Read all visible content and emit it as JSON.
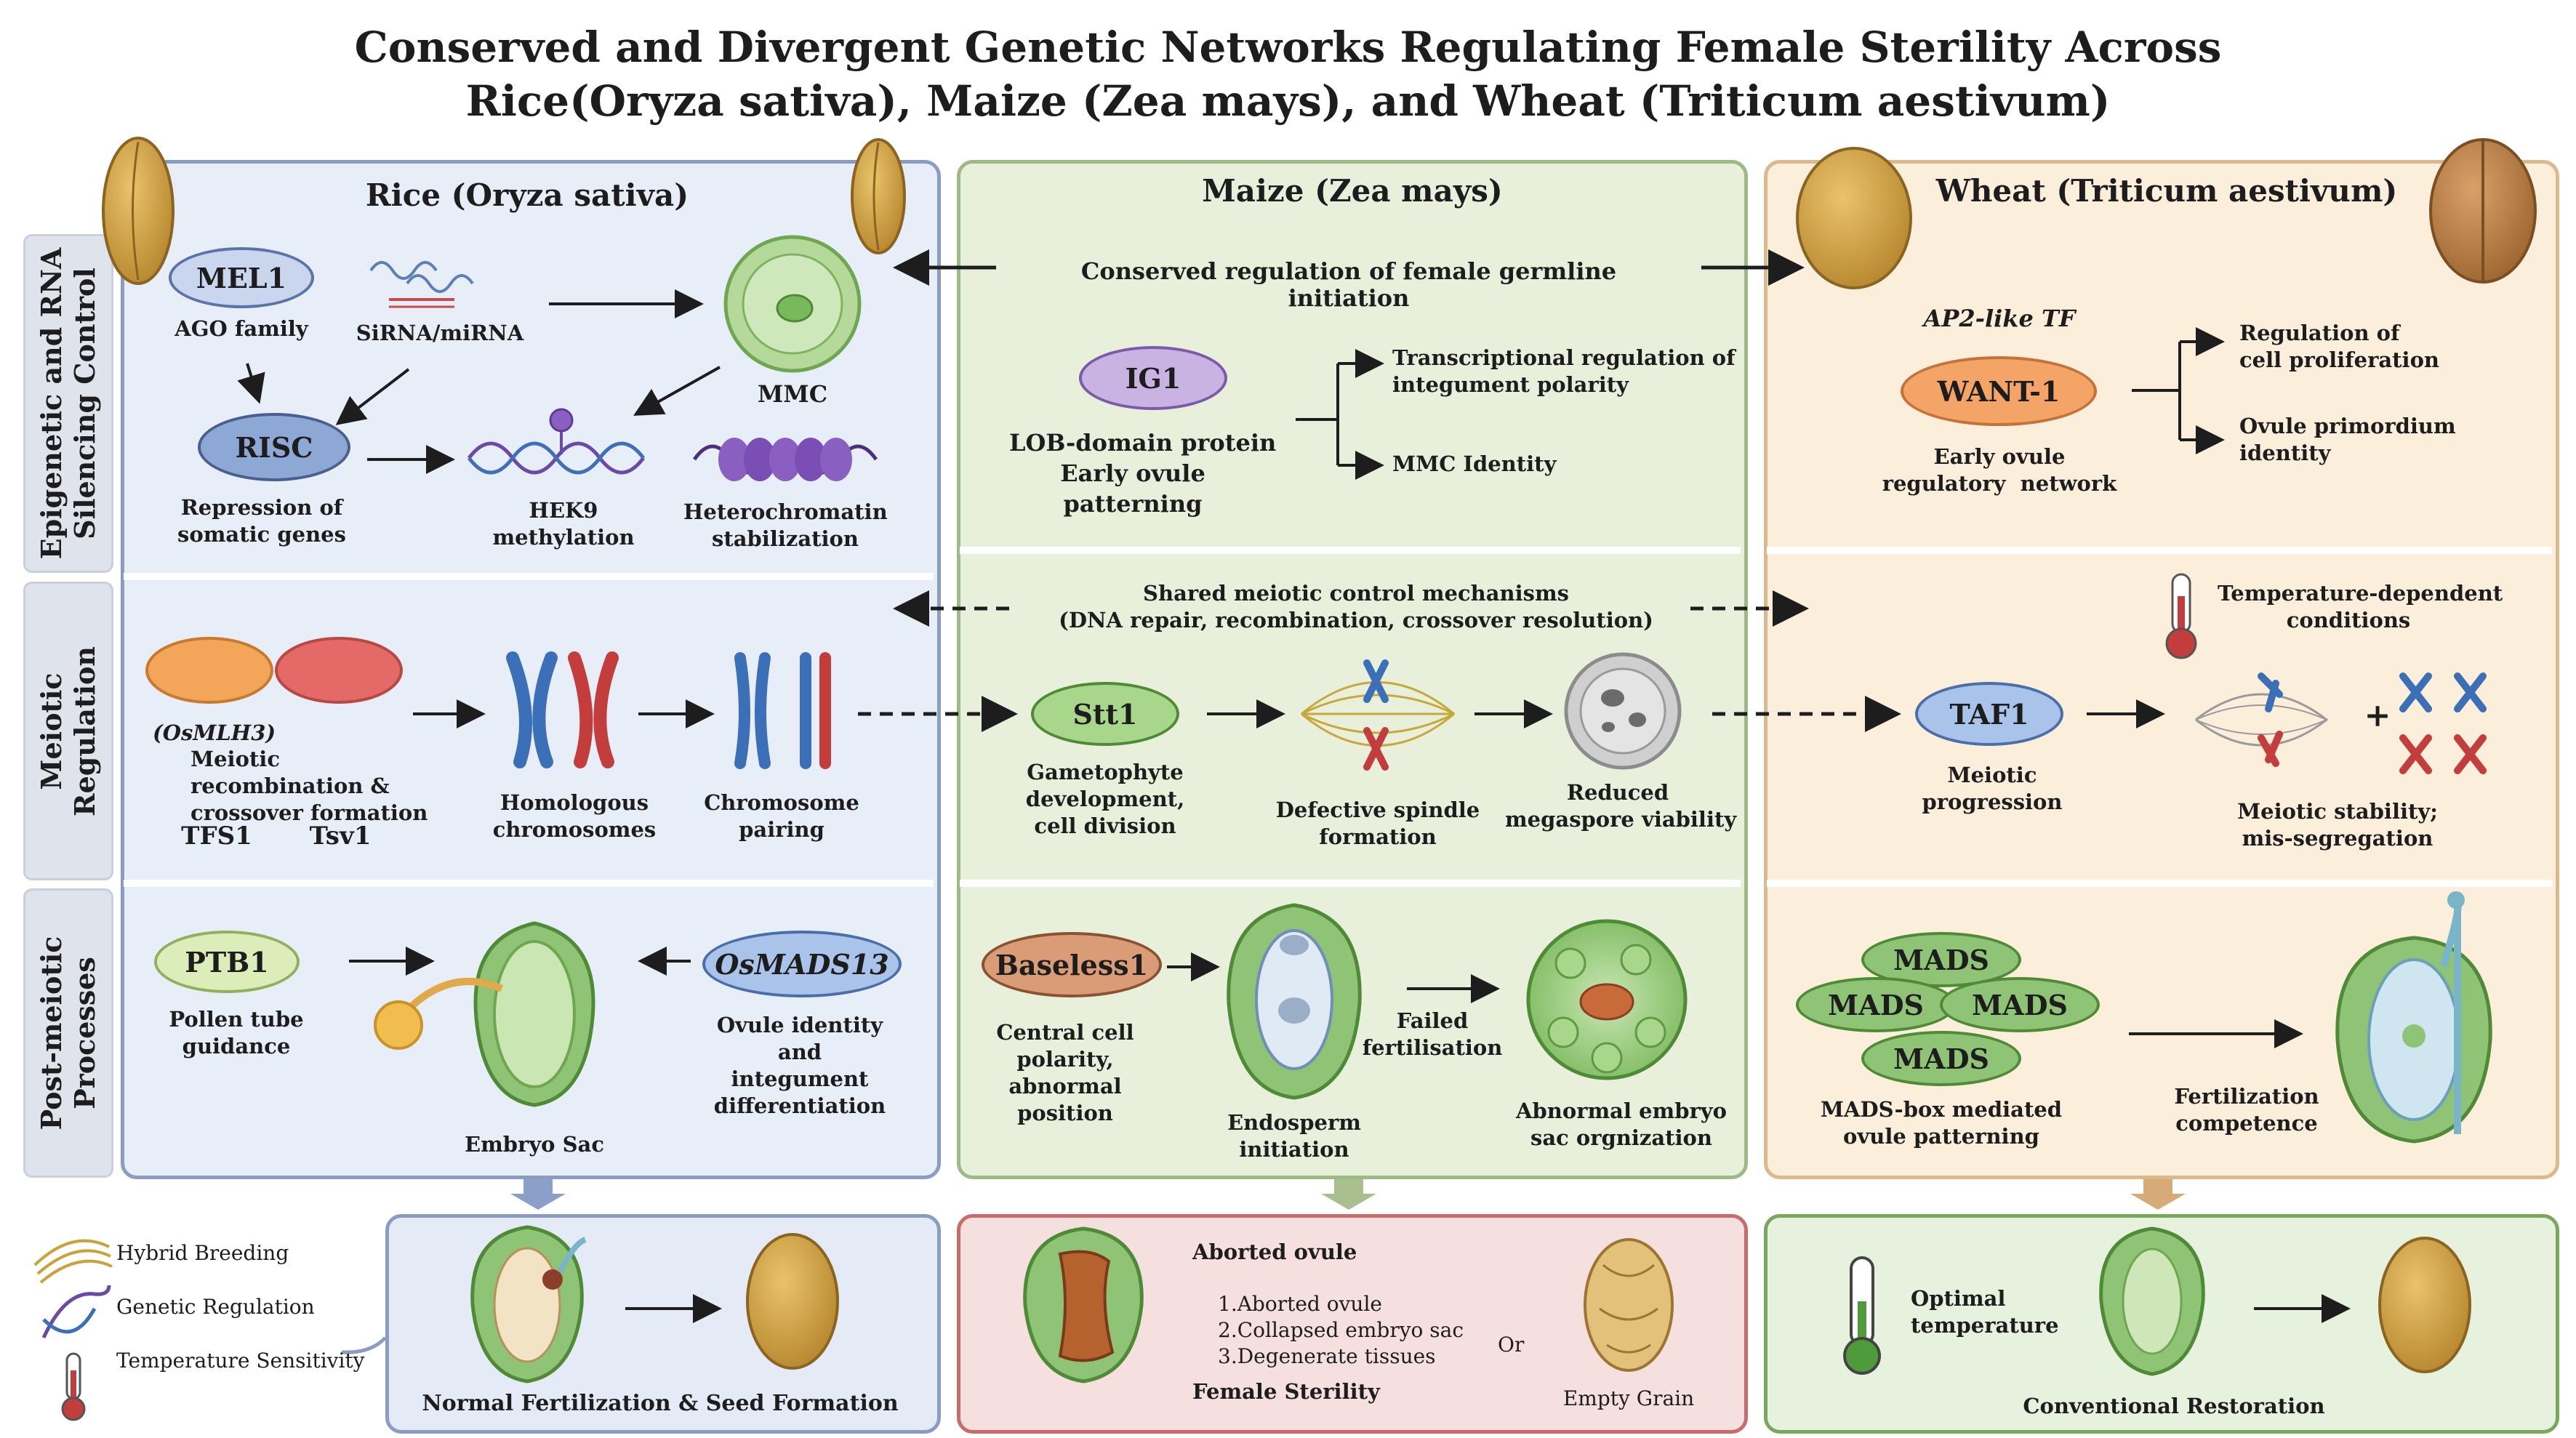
{
  "title": {
    "line1": "Conserved and Divergent Genetic Networks Regulating Female Sterility Across",
    "line2": "Rice(Oryza sativa), Maize (Zea mays), and Wheat (Triticum aestivum)"
  },
  "row_labels": {
    "epigenetic": "Epigenetic and RNA\nSilencing Control",
    "meiotic": "Meiotic\nRegulation",
    "postmeiotic": "Post-meiotic\nProcesses"
  },
  "panels": {
    "rice": "Rice (Oryza sativa)",
    "maize": "Maize (Zea mays)",
    "wheat": "Wheat (Triticum aestivum)"
  },
  "epigenetic": {
    "shared": "Conserved regulation of female germline initiation",
    "rice": {
      "mel1": "MEL1",
      "ago": "AGO family",
      "sirna": "SiRNA/miRNA",
      "mmc": "MMC",
      "risc": "RISC",
      "repression": "Repression of\nsomatic genes",
      "hek9": "HEK9\nmethylation",
      "hetero": "Heterochromatin\nstabilization"
    },
    "maize": {
      "ig1": "IG1",
      "ig1_desc": "LOB-domain protein\nEarly ovule\npatterning",
      "out1": "Transcriptional regulation of\nintegument polarity",
      "out2": "MMC Identity"
    },
    "wheat": {
      "ap2": "AP2-like TF",
      "want1": "WANT-1",
      "want_desc": "Early ovule\nregulatory  network",
      "out1": "Regulation of\ncell proliferation",
      "out2": "Ovule primordium\nidentity"
    }
  },
  "meiotic": {
    "shared": "Shared meiotic control mechanisms\n(DNA repair, recombination, crossover resolution)",
    "rice": {
      "osmlh3": "(OsMLH3)",
      "desc": "Meiotic\nrecombination &\ncrossover formation",
      "tfs1": "TFS1",
      "tsv1": "Tsv1",
      "homologous": "Homologous\nchromosomes",
      "pairing": "Chromosome\npairing"
    },
    "maize": {
      "stt1": "Stt1",
      "stt1_desc": "Gametophyte\ndevelopment,\ncell division",
      "spindle": "Defective spindle\nformation",
      "megaspore": "Reduced\nmegaspore viability"
    },
    "wheat": {
      "temp": "Temperature-dependent\nconditions",
      "taf1": "TAF1",
      "taf1_desc": "Meiotic\nprogression",
      "stability": "Meiotic stability;\nmis-segregation",
      "plus": "+"
    }
  },
  "postmeiotic": {
    "rice": {
      "ptb1": "PTB1",
      "ptb1_desc": "Pollen tube\nguidance",
      "embryo_sac": "Embryo Sac",
      "osmads13": "OsMADS13",
      "osmads13_desc": "Ovule identity\nand\nintegument\ndifferentiation"
    },
    "maize": {
      "baseless1": "Baseless1",
      "baseless_desc": "Central cell\npolarity,\nabnormal\nposition",
      "endosperm": "Endosperm\ninitiation",
      "failed": "Failed\nfertilisation",
      "abnormal": "Abnormal embryo\nsac orgnization"
    },
    "wheat": {
      "mads": "MADS",
      "mads_desc": "MADS-box mediated\novule patterning",
      "fert": "Fertilization\ncompetence"
    }
  },
  "legend": {
    "hybrid": "Hybrid Breeding",
    "genetic": "Genetic Regulation",
    "temperature": "Temperature Sensitivity"
  },
  "outcomes": {
    "rice": "Normal Fertilization & Seed Formation",
    "maize_head": "Aborted ovule",
    "maize_list": "1.Aborted ovule\n2.Collapsed embryo sac\n3.Degenerate tissues",
    "maize_label": "Female Sterility",
    "or": "Or",
    "empty": "Empty Grain",
    "wheat_temp": "Optimal\ntemperature",
    "wheat_label": "Conventional Restoration"
  },
  "colors": {
    "rice_bg": "#e8eef7",
    "rice_border": "#8a9cc2",
    "maize_bg": "#e8f0dc",
    "maize_border": "#9cba84",
    "wheat_bg": "#fbeedb",
    "wheat_border": "#dcb98c",
    "sterile_bg": "#f6dfdf",
    "sterile_border": "#c96b6b",
    "restore_bg": "#e6f1de",
    "restore_border": "#79a85c"
  }
}
